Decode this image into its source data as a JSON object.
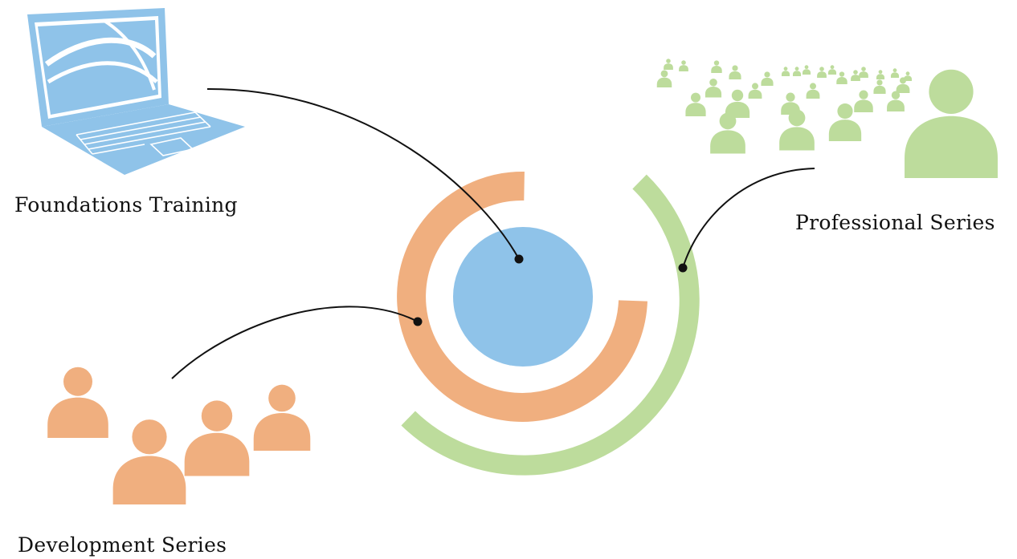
{
  "labels": {
    "foundations": "Foundations Training",
    "professional": "Professional Series",
    "development": "Development Series"
  },
  "colors": {
    "blue": "#8fc3e9",
    "orange": "#f0af7f",
    "green": "#bddc9c",
    "line": "#111111"
  },
  "icons": {
    "foundations": "laptop-icon",
    "professional": "crowd-icon",
    "development": "group-icon"
  }
}
